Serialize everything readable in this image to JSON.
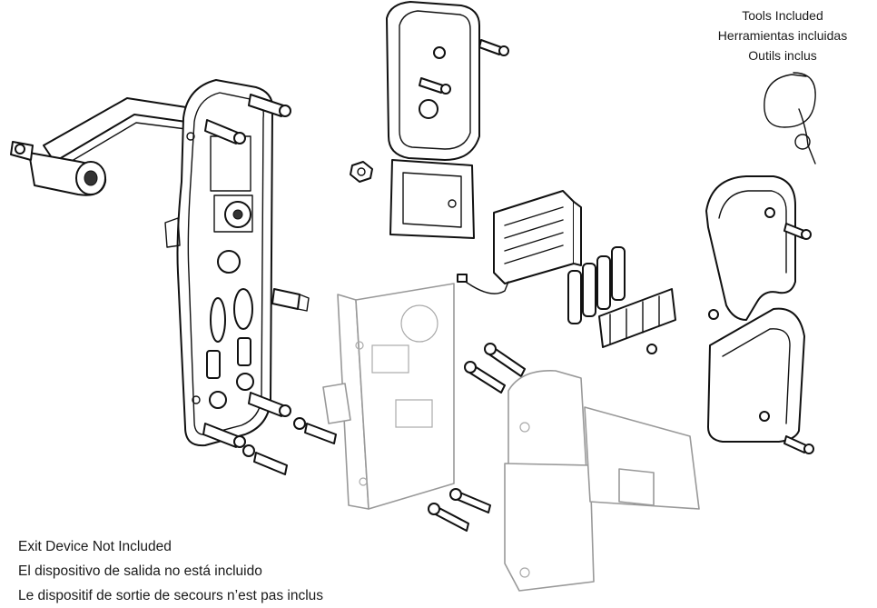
{
  "tools_label": {
    "line1": "Tools Included",
    "line2": "Herramientas incluidas",
    "line3": "Outils inclus"
  },
  "exit_note": {
    "line1": "Exit Device Not Included",
    "line2": "El dispositivo de salida no está incluido",
    "line3": "Le dispositif de sortie de secours n’est pas inclus"
  },
  "colors": {
    "line": "#111111",
    "gray_line": "#999999",
    "background": "#ffffff"
  }
}
